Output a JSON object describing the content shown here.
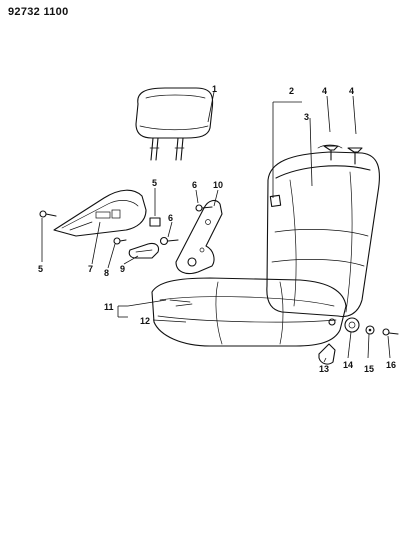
{
  "diagram_code": "92732 1100",
  "callouts": {
    "c1": "1",
    "c2": "2",
    "c3": "3",
    "c4a": "4",
    "c4b": "4",
    "c5a": "5",
    "c5b": "5",
    "c6a": "6",
    "c6b": "6",
    "c7": "7",
    "c8": "8",
    "c9": "9",
    "c10": "10",
    "c11": "11",
    "c12": "12",
    "c13": "13",
    "c14": "14",
    "c15": "15",
    "c16": "16"
  }
}
